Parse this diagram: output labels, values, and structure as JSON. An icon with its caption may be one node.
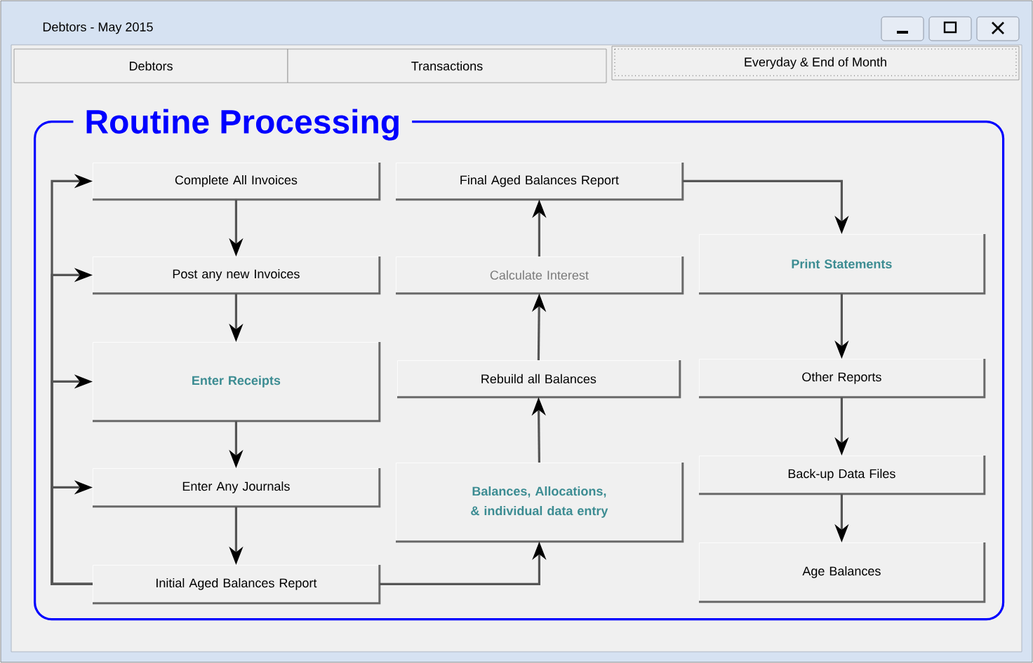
{
  "diagram": {
    "title": "Debtors  -  May 2015",
    "nodes": [
      {
        "text": [
          "Routine Processing"
        ]
      },
      {
        "text": [
          "Complete All Invoices"
        ],
        "in": 0
      },
      {
        "text": [
          "Post any new Invoices"
        ],
        "in": 0
      },
      {
        "text": [
          "Enter Receipts"
        ],
        "in": 0
      },
      {
        "text": [
          "Enter Any Journals"
        ],
        "in": 0
      },
      {
        "text": [
          "Initial Aged Balances Report"
        ],
        "in": 0
      },
      {
        "text": [
          "Final Aged Balances Report"
        ],
        "in": 0
      },
      {
        "text": [
          "Calculate Interest"
        ],
        "in": 0
      },
      {
        "text": [
          "Rebuild all Balances"
        ],
        "in": 0
      },
      {
        "text": [
          "Balances, Allocations, & individual data entry"
        ],
        "in": 0
      },
      {
        "text": [
          "Print Statements"
        ],
        "in": 0
      },
      {
        "text": [
          "Other Reports"
        ],
        "in": 0
      },
      {
        "text": [
          "Back-up Data Files"
        ],
        "in": 0
      },
      {
        "text": [
          "Age Balances"
        ],
        "in": 0
      }
    ],
    "edges": [
      {
        "from": 1,
        "to": 2,
        "arrow": "to"
      },
      {
        "from": 2,
        "to": 3,
        "arrow": "to"
      },
      {
        "from": 3,
        "to": 4,
        "arrow": "to"
      },
      {
        "from": 4,
        "to": 5,
        "arrow": "to"
      },
      {
        "from": 5,
        "to": 1,
        "arrow": "to"
      },
      {
        "from": 5,
        "to": 2,
        "arrow": "to"
      },
      {
        "from": 5,
        "to": 3,
        "arrow": "to"
      },
      {
        "from": 5,
        "to": 4,
        "arrow": "to"
      },
      {
        "from": 5,
        "to": 9,
        "arrow": "to"
      },
      {
        "from": 9,
        "to": 8,
        "arrow": "to"
      },
      {
        "from": 8,
        "to": 7,
        "arrow": "to"
      },
      {
        "from": 7,
        "to": 6,
        "arrow": "to"
      },
      {
        "from": 6,
        "to": 10,
        "arrow": "to"
      },
      {
        "from": 10,
        "to": 11,
        "arrow": "to"
      },
      {
        "from": 11,
        "to": 12,
        "arrow": "to"
      },
      {
        "from": 12,
        "to": 13,
        "arrow": "to"
      }
    ],
    "labels": [
      "Debtors",
      "Transactions",
      "Everyday & End of Month"
    ]
  }
}
